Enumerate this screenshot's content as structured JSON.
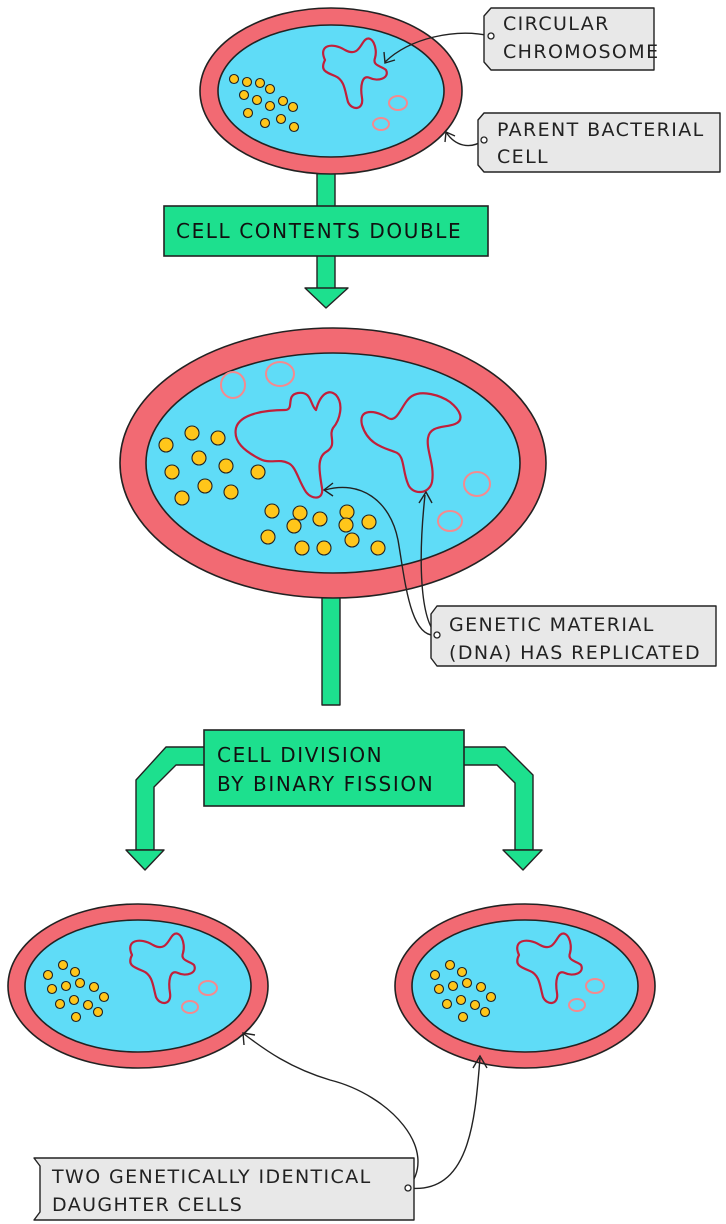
{
  "colors": {
    "cell_wall": "#f26a73",
    "cytoplasm": "#5fdcf7",
    "chromosome": "#c21f3a",
    "plasmid": "#f48a8f",
    "ribosome": "#ffc61a",
    "arrow_green": "#1de08e",
    "label_box": "#e8e8e8",
    "outline": "#222222"
  },
  "labels": {
    "circular_chromosome": [
      "CIRCULAR",
      "CHROMOSOME"
    ],
    "parent_cell": [
      "PARENT  BACTERIAL",
      "CELL"
    ],
    "genetic_material": [
      "GENETIC   MATERIAL",
      "(DNA)  HAS  REPLICATED"
    ],
    "daughter_cells": [
      "TWO   GENETICALLY   IDENTICAL",
      "DAUGHTER    CELLS"
    ]
  },
  "steps": {
    "contents_double": "CELL  CONTENTS  DOUBLE",
    "division": [
      "CELL   DIVISION",
      "BY  BINARY  FISSION"
    ]
  },
  "icons": [
    "parent-cell-icon",
    "enlarged-cell-icon",
    "daughter-cell-icon"
  ]
}
